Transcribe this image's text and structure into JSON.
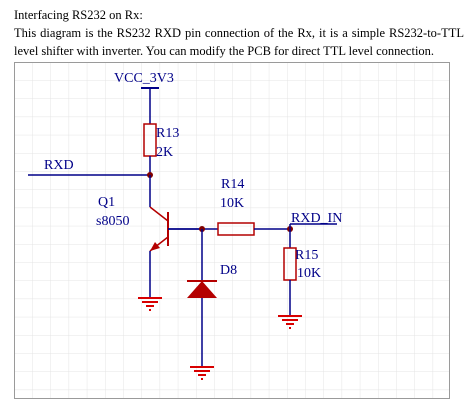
{
  "heading": "Interfacing RS232 on Rx:",
  "description": "This diagram is the RS232 RXD pin connection of the Rx, it is a simple RS232-to-TTL level shifter with inverter. You can modify the PCB for direct TTL level connection.",
  "schematic": {
    "power_label": "VCC_3V3",
    "input_net_label": "RXD",
    "output_net_label": "RXD_IN",
    "transistor": {
      "ref": "Q1",
      "value": "s8050"
    },
    "resistors": [
      {
        "ref": "R13",
        "value": "2K"
      },
      {
        "ref": "R14",
        "value": "10K"
      },
      {
        "ref": "R15",
        "value": "10K"
      }
    ],
    "diode": {
      "ref": "D8"
    },
    "colors": {
      "grid": "#e4e4e4",
      "frame": "#9a9a9a",
      "wire": "#000088",
      "component": "#b40000",
      "junction": "#800000",
      "ground": "#d80000"
    }
  }
}
